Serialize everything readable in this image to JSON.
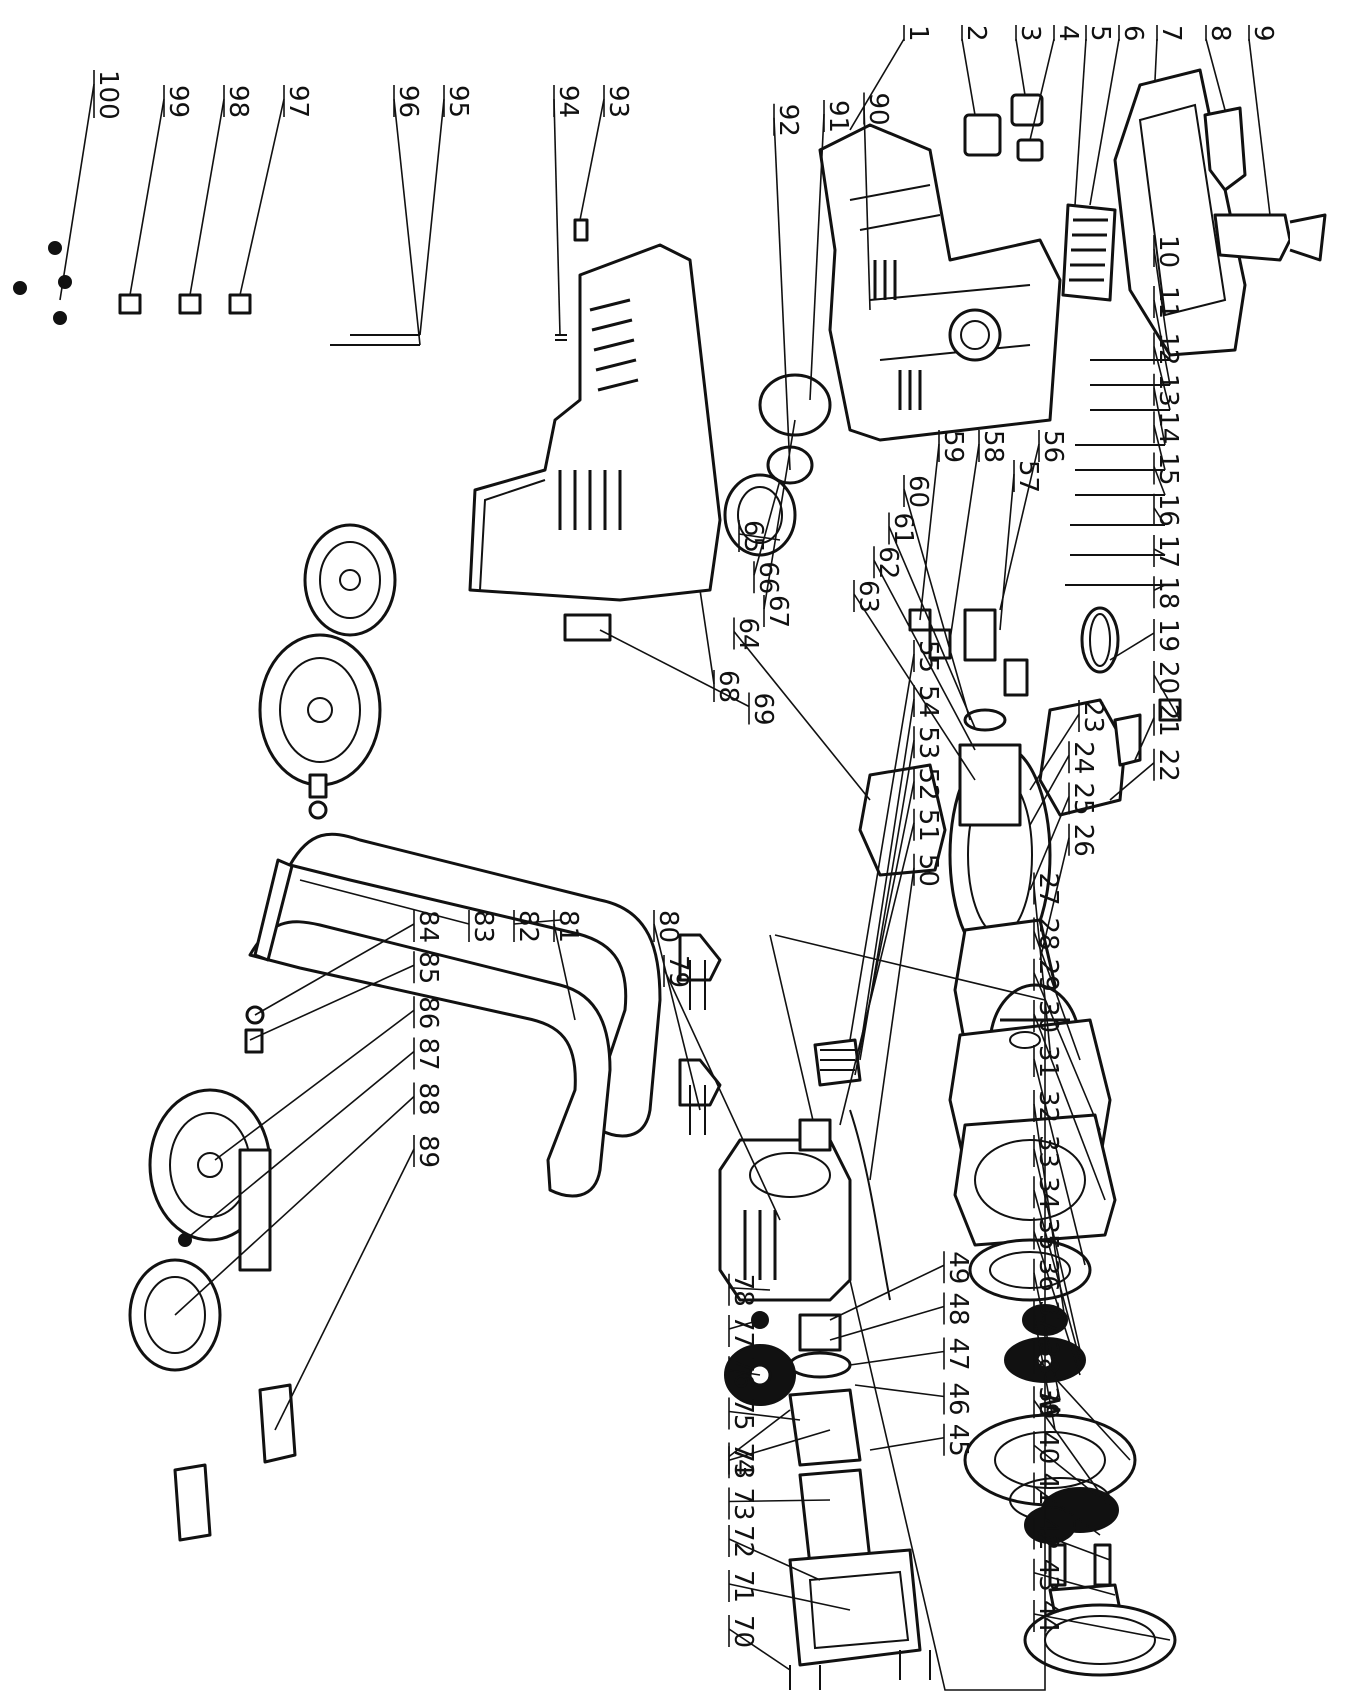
{
  "labels": [
    "1",
    "2",
    "3",
    "4",
    "5",
    "6",
    "7",
    "8",
    "9",
    "10",
    "11",
    "12",
    "13",
    "14",
    "15",
    "16",
    "17",
    "18",
    "19",
    "20",
    "21",
    "22",
    "23",
    "24",
    "25",
    "26",
    "27",
    "28",
    "29",
    "30",
    "31",
    "32",
    "33",
    "34",
    "35",
    "36",
    "37",
    "38",
    "39",
    "40",
    "41",
    "42",
    "43",
    "44",
    "45",
    "46",
    "47",
    "48",
    "49",
    "50",
    "51",
    "52",
    "53",
    "54",
    "55",
    "56",
    "57",
    "58",
    "59",
    "60",
    "61",
    "62",
    "63",
    "64",
    "65",
    "66",
    "67",
    "68",
    "69",
    "70",
    "71",
    "72",
    "73",
    "73",
    "74",
    "75",
    "76",
    "77",
    "78",
    "79",
    "80",
    "81",
    "82",
    "83",
    "84",
    "85",
    "86",
    "87",
    "88",
    "89",
    "90",
    "91",
    "92",
    "93",
    "94",
    "95",
    "96",
    "97",
    "98",
    "99",
    "100"
  ]
}
